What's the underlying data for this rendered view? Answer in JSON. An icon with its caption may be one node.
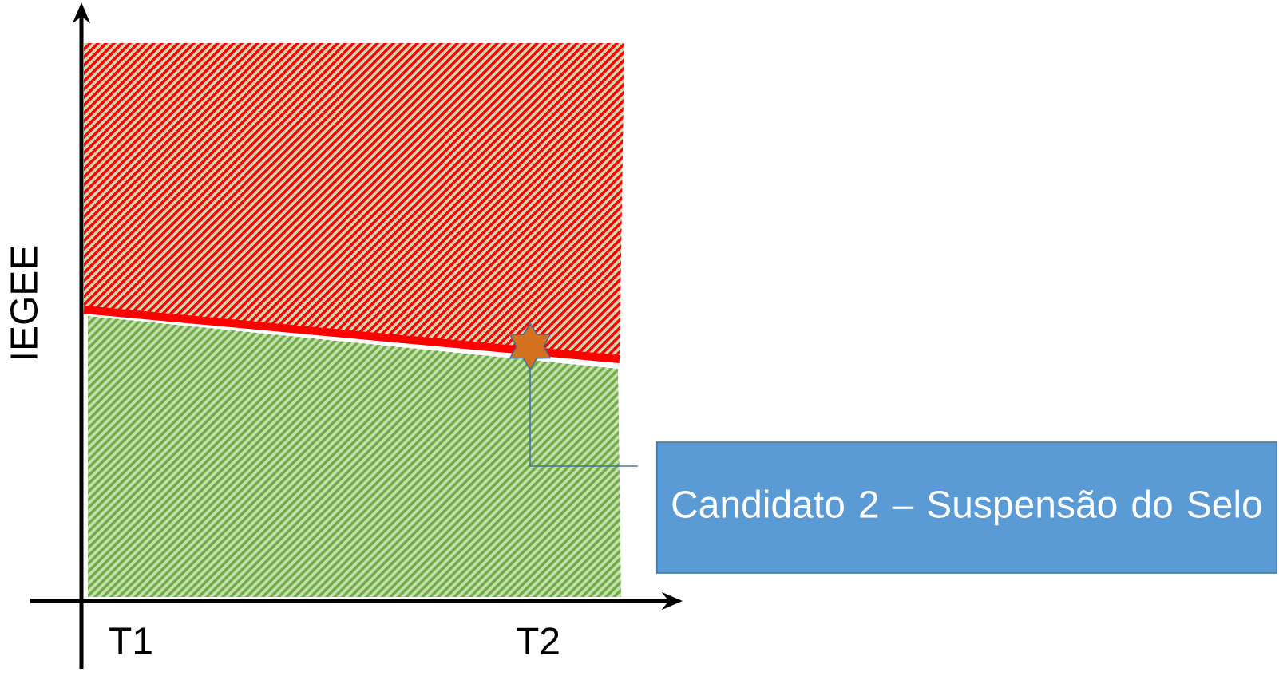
{
  "diagram": {
    "nodes": [
      {
        "text": [
          "Candidato 2 – Suspensão do Selo"
        ]
      },
      {
        "text": [],
        "shape": "star"
      }
    ],
    "edges": [
      {
        "from": 0,
        "to": 1,
        "arrow": "none"
      }
    ],
    "labels": [
      "IEGEE",
      "T1",
      "T2"
    ]
  }
}
